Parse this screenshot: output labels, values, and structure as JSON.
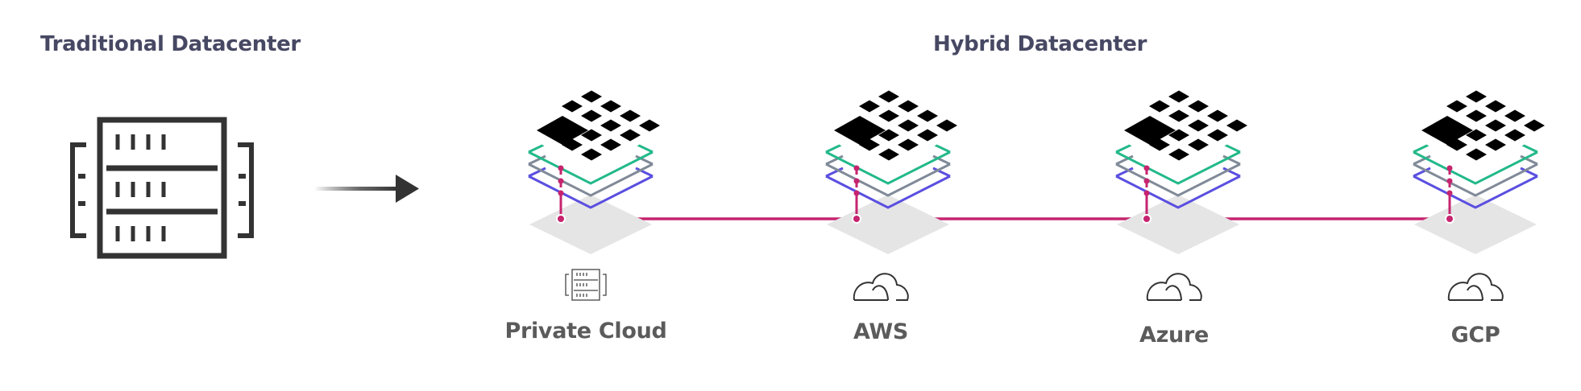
{
  "sections": {
    "traditional": {
      "title": "Traditional Datacenter",
      "icon": "server-rack-icon"
    },
    "hybrid": {
      "title": "Hybrid Datacenter"
    }
  },
  "transition": {
    "icon": "arrow-right-icon"
  },
  "sites": [
    {
      "label": "Private Cloud",
      "icon": "server-rack-icon"
    },
    {
      "label": "AWS",
      "icon": "cloud-icon"
    },
    {
      "label": "Azure",
      "icon": "cloud-icon"
    },
    {
      "label": "GCP",
      "icon": "cloud-icon"
    }
  ],
  "stack_layers": [
    {
      "name": "compute-grid",
      "color": "#000000"
    },
    {
      "name": "layer-green",
      "color": "#23B98A"
    },
    {
      "name": "layer-gray",
      "color": "#808A98"
    },
    {
      "name": "layer-blue",
      "color": "#5A4FE0"
    },
    {
      "name": "platform-base",
      "color": "#E5E5E5"
    }
  ],
  "colors": {
    "title": "#474863",
    "label": "#5B5B5B",
    "icon": "#333333",
    "connector": "#C6246F"
  }
}
